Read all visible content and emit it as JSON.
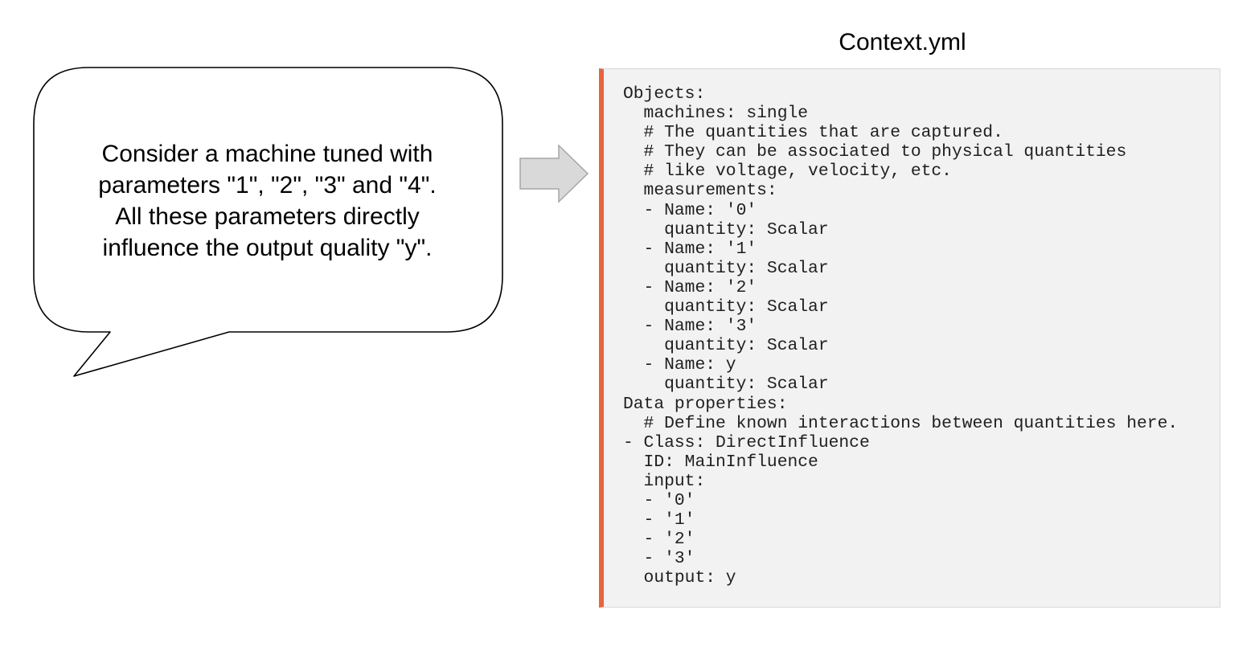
{
  "bubble": {
    "lines": [
      "Consider a machine tuned with",
      "parameters \"1\", \"2\", \"3\" and \"4\".",
      "All these parameters directly",
      "influence the output quality \"y\"."
    ]
  },
  "arrow": {
    "icon": "right-arrow-icon",
    "color": "#d9d9d9"
  },
  "file": {
    "title": "Context.yml",
    "accent_color": "#e8643c",
    "background_color": "#f2f2f2",
    "lines": [
      "Objects:",
      "  machines: single",
      "  # The quantities that are captured.",
      "  # They can be associated to physical quantities",
      "  # like voltage, velocity, etc.",
      "  measurements:",
      "  - Name: '0'",
      "    quantity: Scalar",
      "  - Name: '1'",
      "    quantity: Scalar",
      "  - Name: '2'",
      "    quantity: Scalar",
      "  - Name: '3'",
      "    quantity: Scalar",
      "  - Name: y",
      "    quantity: Scalar",
      "Data properties:",
      "  # Define known interactions between quantities here.",
      "- Class: DirectInfluence",
      "  ID: MainInfluence",
      "  input:",
      "  - '0'",
      "  - '1'",
      "  - '2'",
      "  - '3'",
      "  output: y"
    ]
  }
}
